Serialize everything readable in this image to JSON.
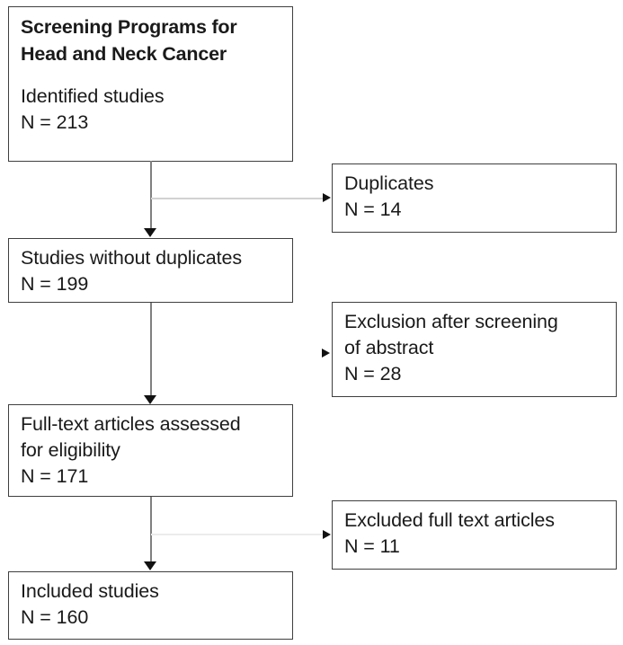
{
  "diagram": {
    "kind": "prisma-study-selection-flowchart",
    "colors": {
      "box_border": "#3f3f3f",
      "text": "#1a1a1a",
      "background": "#ffffff",
      "vertical_connector": "#808080",
      "arrowhead": "#111111",
      "branch_connector_1": "#d2d2d2",
      "branch_connector_3": "#ececec"
    },
    "title": "Screening Programs for Head and Neck Cancer"
  },
  "nodes": {
    "identified": {
      "title_line_1": "Screening Programs for",
      "title_line_2": "Head and Neck Cancer",
      "label": "Identified studies",
      "count": "N = 213"
    },
    "duplicates": {
      "label": "Duplicates",
      "count": "N = 14"
    },
    "without_duplicates": {
      "label": "Studies without duplicates",
      "count": "N = 199"
    },
    "exclusion_abstract": {
      "label_line_1": "Exclusion after screening",
      "label_line_2": "of abstract",
      "count": "N = 28"
    },
    "fulltext": {
      "label_line_1": "Full-text articles assessed",
      "label_line_2": "for eligibility",
      "count": "N = 171"
    },
    "excluded_fulltext": {
      "label": "Excluded full text articles",
      "count": "N = 11"
    },
    "included": {
      "label": "Included studies",
      "count": "N = 160"
    }
  },
  "connectors": [
    {
      "name": "identified-to-without-duplicates",
      "direction": "down"
    },
    {
      "name": "identified-to-duplicates",
      "direction": "right"
    },
    {
      "name": "without-duplicates-to-fulltext",
      "direction": "down"
    },
    {
      "name": "without-duplicates-to-exclusion-abstract",
      "direction": "right"
    },
    {
      "name": "fulltext-to-included",
      "direction": "down"
    },
    {
      "name": "fulltext-to-excluded-fulltext",
      "direction": "right"
    }
  ]
}
